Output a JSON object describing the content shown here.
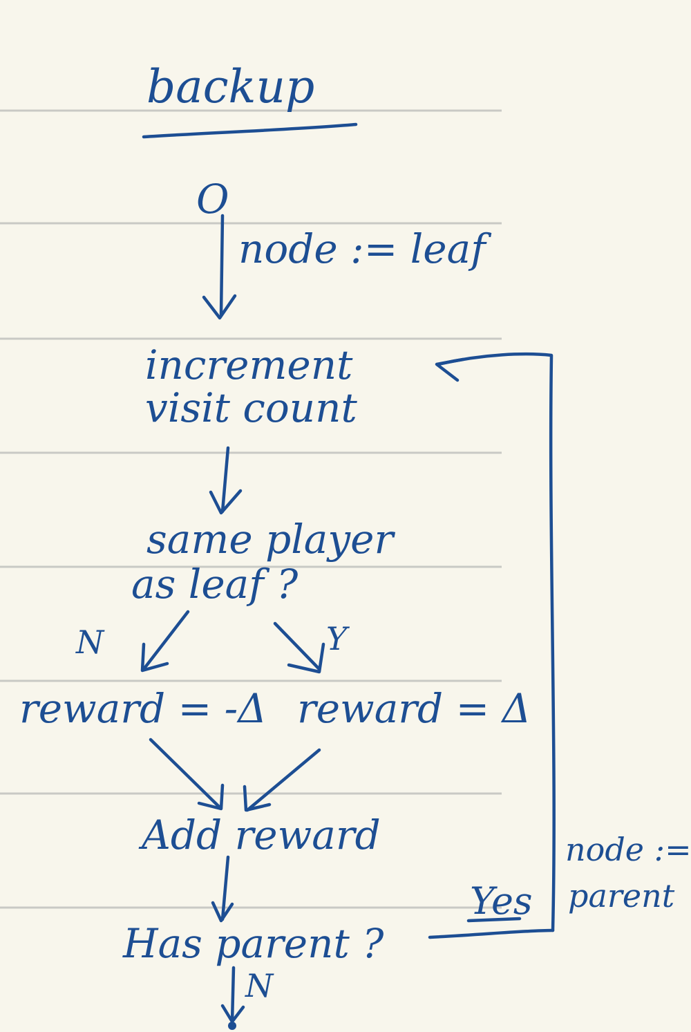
{
  "title": "backup",
  "start_marker": "O",
  "init_label": "node := leaf",
  "steps": {
    "increment": [
      "increment",
      "visit count"
    ],
    "decision_player": [
      "same player",
      "as leaf ?"
    ],
    "no_label": "N",
    "yes_label": "Y",
    "reward_negative": "reward = -Δ",
    "reward_positive": "reward = Δ",
    "add_reward": "Add reward",
    "has_parent": "Has parent ?",
    "yes_branch": "Yes",
    "no_branch": "N",
    "loop_label": [
      "node :=",
      "parent"
    ]
  },
  "colors": {
    "ink": "#1d4e93",
    "paper": "#f8f6ec",
    "rule_lines": "#c9c9c5"
  }
}
